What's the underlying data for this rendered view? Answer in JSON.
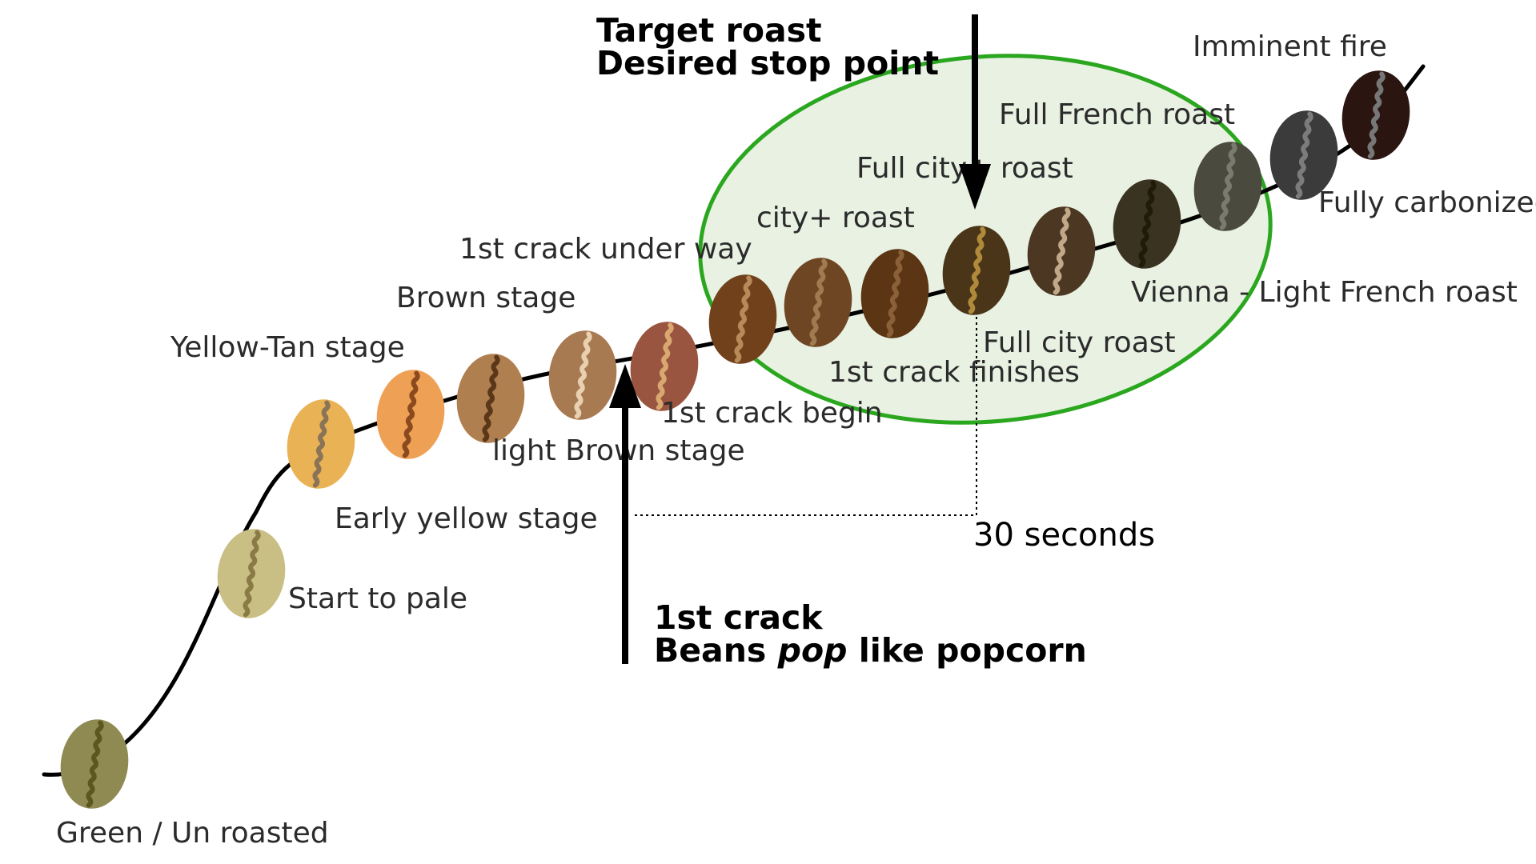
{
  "stages": [
    {
      "label": "Green / Un roasted",
      "color": "#8f8a52",
      "crack": "#5c5620"
    },
    {
      "label": "Start to pale",
      "color": "#c9bf85",
      "crack": "#8a7a45"
    },
    {
      "label": "Early yellow stage",
      "color": "#e8b255",
      "crack": "#8b7358"
    },
    {
      "label": "Yellow-Tan stage",
      "color": "#eea155",
      "crack": "#8a4a1e"
    },
    {
      "label": "light Brown stage",
      "color": "#b07f4f",
      "crack": "#5a3718"
    },
    {
      "label": "Brown stage",
      "color": "#a87a52",
      "crack": "#e8d0b0"
    },
    {
      "label": "1st crack under way",
      "color": "#99553f",
      "crack": "#d9a870"
    },
    {
      "label": "1st crack begin",
      "color": "#71411c",
      "crack": "#b88a5a"
    },
    {
      "label": "city+ roast",
      "color": "#6e4623",
      "crack": "#a07a50"
    },
    {
      "label": "1st crack finishes",
      "color": "#5b3514",
      "crack": "#8a6038"
    },
    {
      "label": "Full city+ roast",
      "color": "#4a3519",
      "crack": "#b08a3a"
    },
    {
      "label": "Full city roast",
      "color": "#4c3722",
      "crack": "#c0a888"
    },
    {
      "label": "Full French roast",
      "color": "#3b3322",
      "crack": "#1f1a0a"
    },
    {
      "label": "Vienna - Light French roast",
      "color": "#4a4a3f",
      "crack": "#7a7a6e"
    },
    {
      "label": "Fully carbonized",
      "color": "#3b3b3b",
      "crack": "#7c7c7c"
    },
    {
      "label": "Imminent fire",
      "color": "#2b1510",
      "crack": "#777777"
    }
  ],
  "notes": {
    "target_line1": "Target roast",
    "target_line2": "Desired stop point",
    "crack_line1": "1st crack",
    "crack_line2_a": "Beans ",
    "crack_line2_b": "pop",
    "crack_line2_c": " like popcorn",
    "interval": "30 seconds"
  },
  "colors": {
    "highlight_stroke": "#2aa71e",
    "highlight_fill": "#e8f1e2",
    "curve": "#000000"
  }
}
